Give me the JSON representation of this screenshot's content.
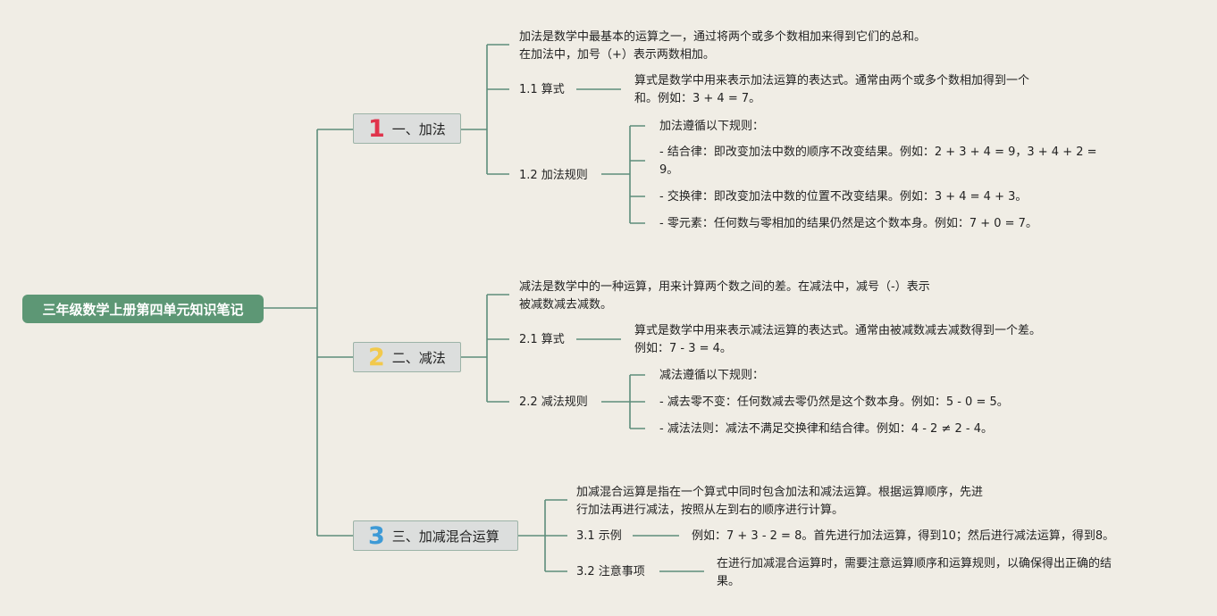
{
  "colors": {
    "root_bg": "#5d9775",
    "line": "#5d8d7b",
    "branch_bg": "#dcdedd",
    "num1": "#e0344c",
    "num2": "#f2c94c",
    "num3": "#3d9ad6"
  },
  "root": {
    "title": "三年级数学上册第四单元知识笔记"
  },
  "branches": [
    {
      "num": "1",
      "label": "一、加法",
      "desc": [
        "加法是数学中最基本的运算之一，通过将两个或多个数相加来得到它们的总和。",
        "在加法中，加号（+）表示两数相加。"
      ],
      "subs": [
        {
          "label": "1.1 算式",
          "details": [
            [
              "算式是数学中用来表示加法运算的表达式。通常由两个或多个数相加得到一个",
              "和。例如：3 + 4 = 7。"
            ]
          ]
        },
        {
          "label": "1.2 加法规则",
          "details": [
            [
              "加法遵循以下规则："
            ],
            [
              "- 结合律：即改变加法中数的顺序不改变结果。例如：2 + 3 + 4 = 9，3 + 4 + 2 =",
              "9。"
            ],
            [
              "- 交换律：即改变加法中数的位置不改变结果。例如：3 + 4 = 4 + 3。"
            ],
            [
              "- 零元素：任何数与零相加的结果仍然是这个数本身。例如：7 + 0 = 7。"
            ]
          ]
        }
      ]
    },
    {
      "num": "2",
      "label": "二、减法",
      "desc": [
        "减法是数学中的一种运算，用来计算两个数之间的差。在减法中，减号（-）表示",
        "被减数减去减数。"
      ],
      "subs": [
        {
          "label": "2.1 算式",
          "details": [
            [
              "算式是数学中用来表示减法运算的表达式。通常由被减数减去减数得到一个差。",
              "例如：7 - 3 = 4。"
            ]
          ]
        },
        {
          "label": "2.2 减法规则",
          "details": [
            [
              "减法遵循以下规则："
            ],
            [
              "- 减去零不变：任何数减去零仍然是这个数本身。例如：5 - 0 = 5。"
            ],
            [
              "- 减法法则：减法不满足交换律和结合律。例如：4 - 2 ≠ 2 - 4。"
            ]
          ]
        }
      ]
    },
    {
      "num": "3",
      "label": "三、加减混合运算",
      "desc": [
        "加减混合运算是指在一个算式中同时包含加法和减法运算。根据运算顺序，先进",
        "行加法再进行减法，按照从左到右的顺序进行计算。"
      ],
      "subs": [
        {
          "label": "3.1 示例",
          "details": [
            [
              "例如：7 + 3 - 2 = 8。首先进行加法运算，得到10；然后进行减法运算，得到8。"
            ]
          ]
        },
        {
          "label": "3.2 注意事项",
          "details": [
            [
              "在进行加减混合运算时，需要注意运算顺序和运算规则，以确保得出正确的结",
              "果。"
            ]
          ]
        }
      ]
    }
  ]
}
